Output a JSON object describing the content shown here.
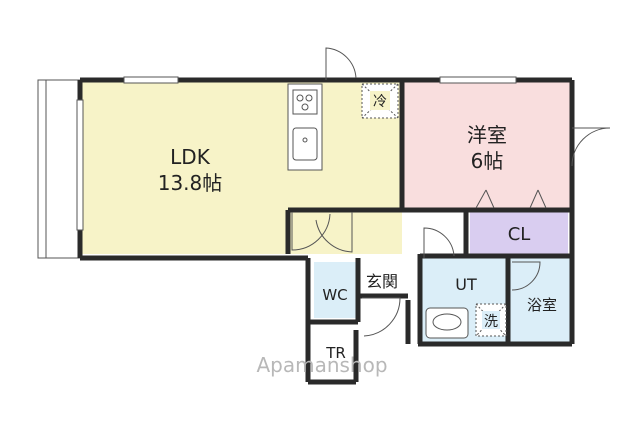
{
  "colors": {
    "ldk": "#f7f3c8",
    "bedroom": "#f9dede",
    "closet": "#d9cdf0",
    "bath": "#dbeef8",
    "hall": "#ffffff",
    "wall": "#2a2a2a",
    "watermark": "#b8b8b8"
  },
  "rooms": {
    "ldk_name": "LDK",
    "ldk_size": "13.8帖",
    "bedroom_name": "洋室",
    "bedroom_size": "6帖",
    "closet": "CL",
    "toilet": "WC",
    "entrance": "玄関",
    "utility": "UT",
    "bathroom": "浴室",
    "trunk_room": "TR"
  },
  "fixtures": {
    "fridge_mark": "冷",
    "washer_mark": "洗"
  },
  "watermark": "Apamanshop",
  "icons": [
    "stove-icon",
    "sink-icon",
    "door-swing-icon",
    "washbasin-icon"
  ]
}
